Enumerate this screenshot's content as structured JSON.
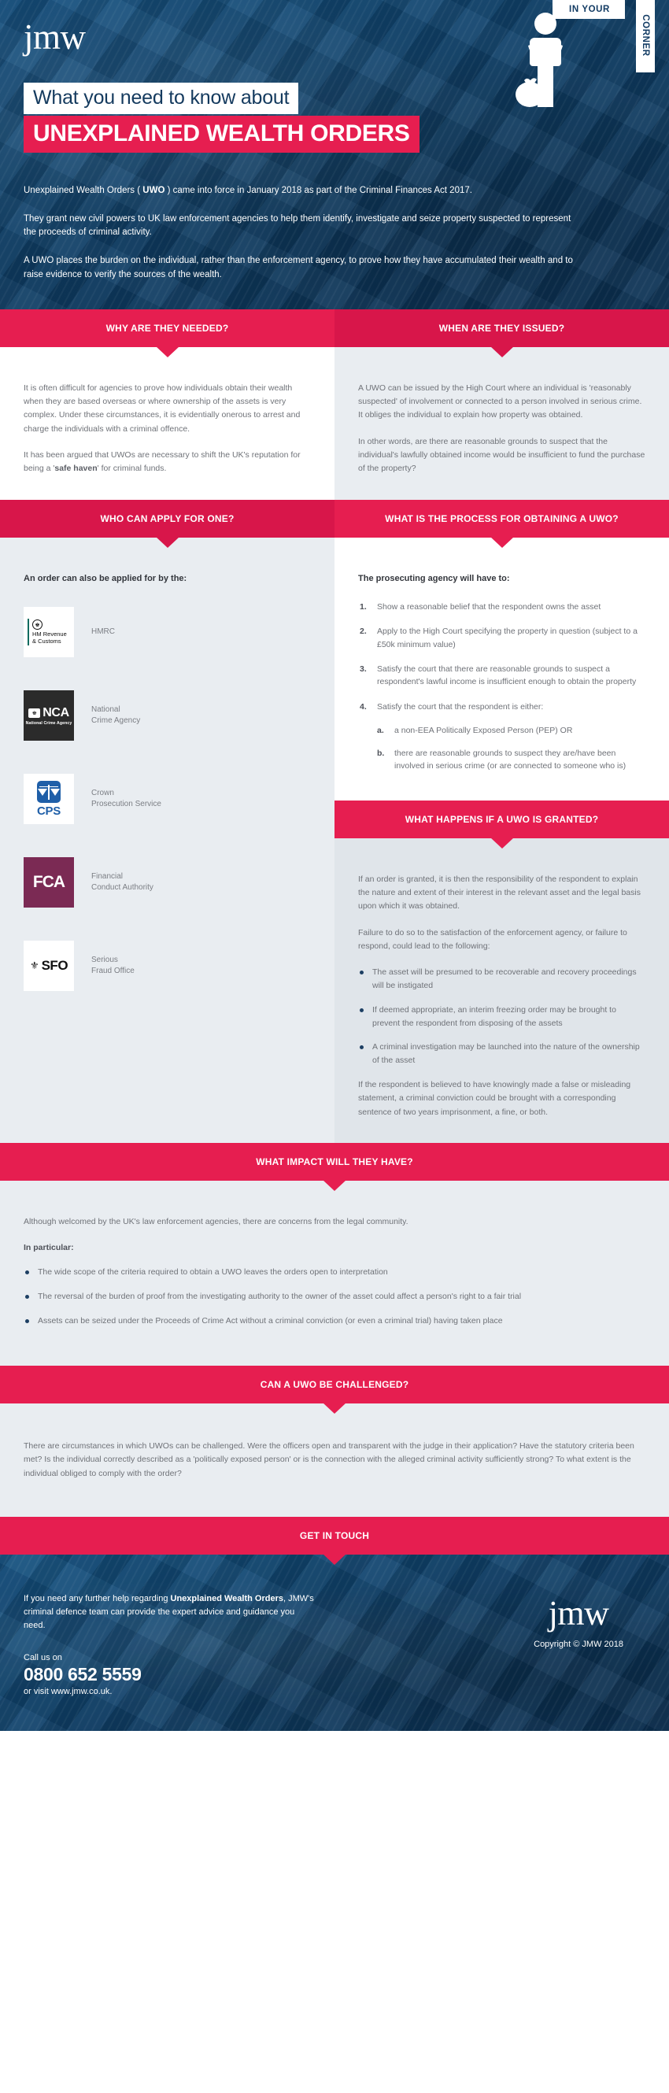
{
  "brand": {
    "logo": "jmw",
    "accent": "#e61e50",
    "navy": "#124670",
    "badge_line1": "IN YOUR",
    "badge_line2": "CORNER"
  },
  "hero": {
    "title_line1": "What you need to know about",
    "title_line2": "UNEXPLAINED WEALTH ORDERS",
    "paragraphs": [
      {
        "pre": "Unexplained Wealth Orders ( ",
        "bold": "UWO",
        "post": " ) came into force in January 2018 as part of the Criminal Finances Act 2017."
      },
      {
        "pre": "They grant new civil powers to UK law enforcement agencies to help them identify, investigate and seize property suspected to represent the proceeds of criminal activity.",
        "bold": "",
        "post": ""
      },
      {
        "pre": "A UWO places the burden on the individual, rather than the enforcement agency, to prove how they have accumulated their wealth and to raise evidence to verify the sources of the wealth.",
        "bold": "",
        "post": ""
      }
    ]
  },
  "why_needed": {
    "heading": "WHY ARE THEY NEEDED?",
    "paragraph_1": "It is often difficult for agencies to prove how individuals obtain their wealth when they are based overseas or where ownership of the assets is very complex. Under these circumstances, it is evidentially onerous to arrest and charge the individuals with a criminal offence.",
    "paragraph_2_pre": "It has been argued that UWOs are necessary to shift the UK's reputation for being a '",
    "paragraph_2_bold": "safe haven",
    "paragraph_2_post": "' for criminal funds."
  },
  "when_issued": {
    "heading": "WHEN ARE THEY ISSUED?",
    "paragraph_1": "A UWO can be issued by the High Court where an individual is 'reasonably suspected' of involvement or connected to a person involved in serious crime. It obliges the individual to explain how property was obtained.",
    "paragraph_2": "In other words, are there are reasonable grounds to suspect that the individual's lawfully obtained income would be insufficient to fund the purchase of the property?"
  },
  "who_can_apply": {
    "heading": "WHO CAN APPLY FOR ONE?",
    "lead": "An order can also be applied for by the:",
    "agencies": [
      {
        "logo": "hmrc-logo",
        "logo_text_1": "HM Revenue",
        "logo_text_2": "& Customs",
        "name": "HMRC"
      },
      {
        "logo": "nca-logo",
        "logo_text_1": "NCA",
        "logo_text_2": "National Crime Agency",
        "name": "National\nCrime Agency"
      },
      {
        "logo": "cps-logo",
        "logo_text_1": "CPS",
        "logo_text_2": "",
        "name": "Crown\nProsecution Service"
      },
      {
        "logo": "fca-logo",
        "logo_text_1": "FCA",
        "logo_text_2": "",
        "name": "Financial\nConduct Authority"
      },
      {
        "logo": "sfo-logo",
        "logo_text_1": "SFO",
        "logo_text_2": "",
        "name": "Serious\nFraud Office"
      }
    ]
  },
  "process": {
    "heading": "WHAT IS THE PROCESS FOR OBTAINING A UWO?",
    "lead": "The prosecuting agency will have to:",
    "steps": [
      "Show a reasonable belief that the respondent owns the asset",
      "Apply to the High Court specifying the property in question (subject to a £50k minimum value)",
      "Satisfy the court that there are reasonable grounds to suspect a respondent's lawful income is insufficient enough to obtain the property",
      "Satisfy the court that the respondent is either:"
    ],
    "substeps": [
      "a non-EEA Politically Exposed Person (PEP) OR",
      "there are reasonable grounds to suspect they are/have been involved in serious crime (or are connected to someone who is)"
    ]
  },
  "granted": {
    "heading": "WHAT HAPPENS IF A UWO IS GRANTED?",
    "paragraph_1": "If an order is granted, it is then the responsibility of the respondent to explain the nature and extent of their interest in the relevant asset and the legal basis upon which it was obtained.",
    "paragraph_2": "Failure to do so to the satisfaction of the enforcement agency, or failure to respond, could lead to the following:",
    "bullets": [
      "The asset will be presumed to be recoverable and recovery proceedings will be instigated",
      "If deemed appropriate, an interim freezing order may be brought to prevent the respondent from disposing of the assets",
      "A criminal investigation may be launched into the nature of the ownership of the asset"
    ],
    "paragraph_3": "If the respondent is believed to have knowingly made a false or misleading statement, a criminal conviction could be brought with a corresponding sentence of two years imprisonment, a fine, or both."
  },
  "impact": {
    "heading": "WHAT IMPACT  WILL THEY HAVE?",
    "paragraph_1": "Although welcomed by the UK's law enforcement agencies, there are concerns from the legal community.",
    "in_particular": "In particular:",
    "bullets": [
      "The wide scope of the criteria required to obtain a UWO leaves the orders open to interpretation",
      "The reversal of the burden of proof from the investigating authority to the owner of the asset could affect a person's right to a fair trial",
      "Assets can be seized under the Proceeds of Crime Act without a criminal conviction (or even a criminal trial) having taken place"
    ]
  },
  "challenged": {
    "heading": "CAN A UWO BE CHALLENGED?",
    "paragraph": "There are circumstances in which UWOs can be challenged. Were the officers open and transparent with the judge in their application? Have the statutory criteria been met? Is the individual correctly described as a 'politically exposed person' or is the connection with the alleged criminal activity sufficiently strong? To what extent is the individual obliged to comply with the order?"
  },
  "get_in_touch": {
    "heading": "GET IN TOUCH",
    "body_pre": "If you need any further help regarding ",
    "body_bold": "Unexplained Wealth Orders",
    "body_post": ", JMW's criminal defence team can provide the expert advice and guidance you need.",
    "call_label": "Call us on",
    "phone": "0800 652 5559",
    "visit": "or visit www.jmw.co.uk.",
    "copyright": "Copyright © JMW 2018"
  }
}
